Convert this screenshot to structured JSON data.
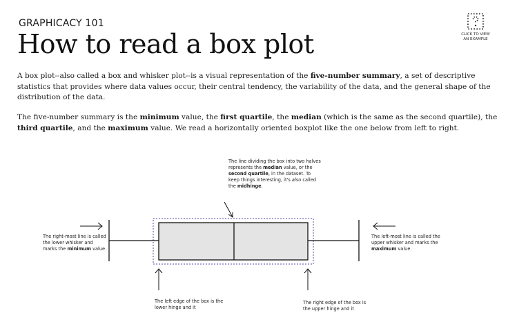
{
  "header": {
    "kicker": "GRAPHICACY 101",
    "title": "How to read a box plot",
    "cta_label": "CLICK TO VIEW\nAN EXAMPLE"
  },
  "intro": {
    "p1": [
      {
        "t": "A box plot--also called a box and whisker plot--is a visual representation of the "
      },
      {
        "t": "five-number summary",
        "b": true
      },
      {
        "t": ", a set of descriptive statistics that provides where data values occur, their central tendency, the variability of the data, and the general shape of the distribution of the data."
      }
    ],
    "p2": [
      {
        "t": "The five-number summary is the "
      },
      {
        "t": "minimum",
        "b": true
      },
      {
        "t": " value, the "
      },
      {
        "t": "first quartile",
        "b": true
      },
      {
        "t": ", the "
      },
      {
        "t": "median",
        "b": true
      },
      {
        "t": " (which is the same as the second quartile), the "
      },
      {
        "t": "third quartile",
        "b": true
      },
      {
        "t": ", and the "
      },
      {
        "t": "maximum",
        "b": true
      },
      {
        "t": " value. We read a horizontally oriented boxplot like the one below from left to right."
      }
    ]
  },
  "annotations": {
    "median": [
      {
        "t": "The line dividing the box into two halves represents the "
      },
      {
        "t": "median",
        "b": true
      },
      {
        "t": " value, or the "
      },
      {
        "t": "second quartile",
        "b": true
      },
      {
        "t": ", in the dataset. To keep things interesting, it's "
      },
      {
        "t": "also",
        "i": true
      },
      {
        "t": " called the "
      },
      {
        "t": "midhinge",
        "b": true
      },
      {
        "t": "."
      }
    ],
    "left_whisker": [
      {
        "t": "The right-most line is called the lower whisker and marks the "
      },
      {
        "t": "minimum",
        "b": true
      },
      {
        "t": " value."
      }
    ],
    "right_whisker": [
      {
        "t": "The left-most line is called the upper whisker and marks the "
      },
      {
        "t": "maximum",
        "b": true
      },
      {
        "t": " value."
      }
    ],
    "left_hinge": [
      {
        "t": "The left edge of the box is the lower hinge and it"
      }
    ],
    "right_hinge": [
      {
        "t": "The right edge of the box is the upper hinge and it"
      }
    ]
  },
  "colors": {
    "box_fill": "#e4e4e4",
    "stroke": "#111111",
    "dotted_outline": "#4a4aa8"
  },
  "icons": {
    "cta": "square-question-icon"
  }
}
